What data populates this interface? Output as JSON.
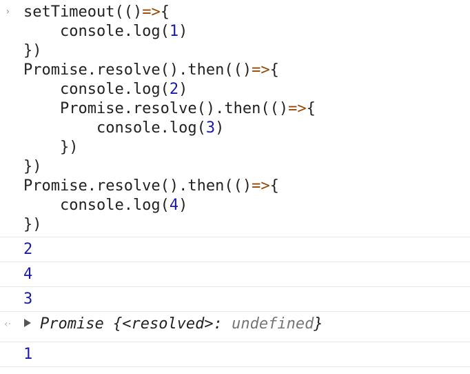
{
  "prompt_symbol": "›",
  "result_symbol": "‹·",
  "code_lines": [
    {
      "parts": [
        {
          "t": "setTimeout",
          "c": "plain"
        },
        {
          "t": "(()",
          "c": "plain"
        },
        {
          "t": "=>",
          "c": "op"
        },
        {
          "t": "{",
          "c": "plain"
        }
      ]
    },
    {
      "parts": [
        {
          "t": "    console.log(",
          "c": "plain"
        },
        {
          "t": "1",
          "c": "num"
        },
        {
          "t": ")",
          "c": "plain"
        }
      ]
    },
    {
      "parts": [
        {
          "t": "})",
          "c": "plain"
        }
      ]
    },
    {
      "parts": [
        {
          "t": "Promise.resolve().then(()",
          "c": "plain"
        },
        {
          "t": "=>",
          "c": "op"
        },
        {
          "t": "{",
          "c": "plain"
        }
      ]
    },
    {
      "parts": [
        {
          "t": "    console.log(",
          "c": "plain"
        },
        {
          "t": "2",
          "c": "num"
        },
        {
          "t": ")",
          "c": "plain"
        }
      ]
    },
    {
      "parts": [
        {
          "t": "    Promise.resolve().then(()",
          "c": "plain"
        },
        {
          "t": "=>",
          "c": "op"
        },
        {
          "t": "{",
          "c": "plain"
        }
      ]
    },
    {
      "parts": [
        {
          "t": "        console.log(",
          "c": "plain"
        },
        {
          "t": "3",
          "c": "num"
        },
        {
          "t": ")",
          "c": "plain"
        }
      ]
    },
    {
      "parts": [
        {
          "t": "    })",
          "c": "plain"
        }
      ]
    },
    {
      "parts": [
        {
          "t": "})",
          "c": "plain"
        }
      ]
    },
    {
      "parts": [
        {
          "t": "Promise.resolve().then(()",
          "c": "plain"
        },
        {
          "t": "=>",
          "c": "op"
        },
        {
          "t": "{",
          "c": "plain"
        }
      ]
    },
    {
      "parts": [
        {
          "t": "    console.log(",
          "c": "plain"
        },
        {
          "t": "4",
          "c": "num"
        },
        {
          "t": ")",
          "c": "plain"
        }
      ]
    },
    {
      "parts": [
        {
          "t": "})",
          "c": "plain"
        }
      ]
    }
  ],
  "outputs": {
    "first": "2",
    "second": "4",
    "third": "3",
    "last": "1"
  },
  "result": {
    "label": "Promise ",
    "open_brace": "{",
    "key": "<resolved>",
    "colon": ": ",
    "value": "undefined",
    "close_brace": "}"
  },
  "colors": {
    "number": "#1a1aa6",
    "operator": "#994500",
    "text": "#222222",
    "muted": "#757575",
    "divider": "#e6e6e6"
  }
}
